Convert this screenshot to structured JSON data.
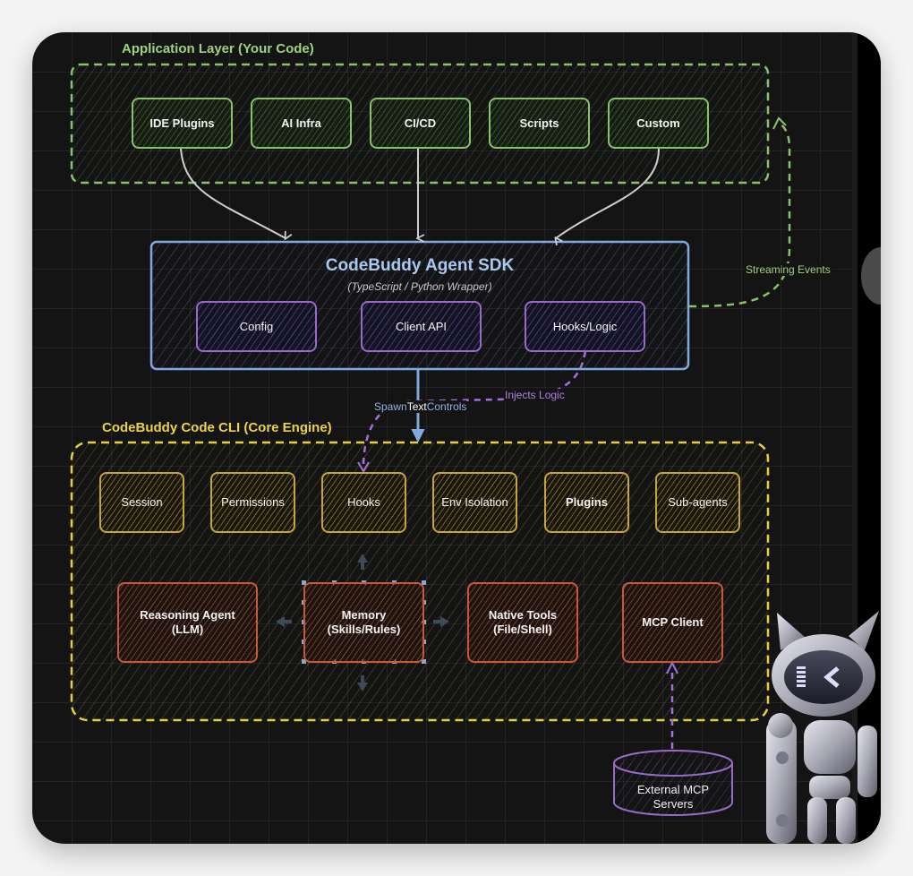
{
  "diagram": {
    "colors": {
      "app_layer": "#86c46a",
      "sdk": "#7fa9e0",
      "sdk_inner": "#9b69c9",
      "cli": "#e8cf3a",
      "cli_row1": "#c9a43a",
      "cli_row2": "#c9573a",
      "external": "#9b69c9",
      "flow_arrow": "#cfcfcf"
    },
    "app_layer": {
      "title": "Application Layer (Your Code)",
      "nodes": [
        "IDE Plugins",
        "AI Infra",
        "CI/CD",
        "Scripts",
        "Custom"
      ]
    },
    "sdk": {
      "title": "CodeBuddy Agent SDK",
      "subtitle": "(TypeScript / Python Wrapper)",
      "nodes": [
        "Config",
        "Client API",
        "Hooks/Logic"
      ]
    },
    "cli": {
      "title": "CodeBuddy Code CLI (Core Engine)",
      "row1": [
        "Session",
        "Permissions",
        "Hooks",
        "Env Isolation",
        "Plugins",
        "Sub-agents"
      ],
      "row2": [
        {
          "line1": "Reasoning Agent",
          "line2": "(LLM)"
        },
        {
          "line1": "Memory",
          "line2": "(Skills/Rules)"
        },
        {
          "line1": "Native Tools",
          "line2": "(File/Shell)"
        },
        {
          "line1": "MCP Client",
          "line2": ""
        }
      ]
    },
    "external": {
      "line1": "External MCP",
      "line2": "Servers"
    },
    "edges": {
      "streaming_events": "Streaming Events",
      "injects_logic": "Injects Logic",
      "spawn_prefix": "Spawn",
      "spawn_mid": "Text",
      "spawn_suffix": "Controls"
    },
    "mascot": "robot-cat-mascot"
  }
}
